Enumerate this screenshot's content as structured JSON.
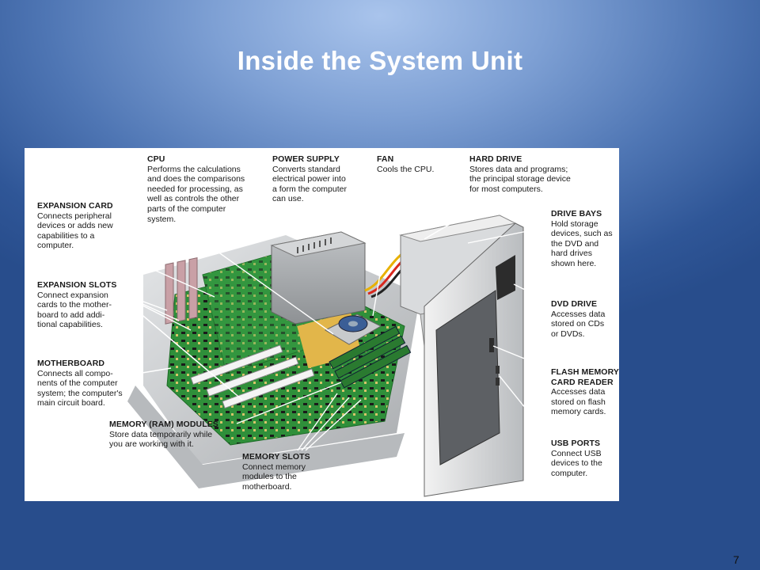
{
  "slide": {
    "title": "Inside the System Unit",
    "number": "7"
  },
  "callouts": {
    "cpu": {
      "title": "CPU",
      "text": "Performs the calculations\nand does the comparisons\nneeded for processing, as\nwell as controls the other\nparts of the computer\nsystem."
    },
    "power_supply": {
      "title": "POWER SUPPLY",
      "text": "Converts standard\nelectrical power into\na form the computer\ncan use."
    },
    "fan": {
      "title": "FAN",
      "text": "Cools the CPU."
    },
    "hard_drive": {
      "title": "HARD DRIVE",
      "text": "Stores data and programs;\nthe principal storage device\nfor most computers."
    },
    "expansion_card": {
      "title": "EXPANSION CARD",
      "text": "Connects peripheral\ndevices or adds new\ncapabilities to a\ncomputer."
    },
    "drive_bays": {
      "title": "DRIVE BAYS",
      "text": "Hold storage\ndevices, such as\nthe DVD and\nhard drives\nshown here."
    },
    "expansion_slots": {
      "title": "EXPANSION SLOTS",
      "text": "Connect expansion\ncards to the mother-\nboard to add addi-\ntional capabilities."
    },
    "dvd_drive": {
      "title": "DVD DRIVE",
      "text": "Accesses data\nstored on CDs\nor DVDs."
    },
    "motherboard": {
      "title": "MOTHERBOARD",
      "text": "Connects all compo-\nnents of the computer\nsystem; the computer's\nmain circuit board."
    },
    "flash_reader": {
      "title": "FLASH MEMORY\nCARD READER",
      "text": "Accesses data\nstored on flash\nmemory cards."
    },
    "memory_modules": {
      "title": "MEMORY (RAM) MODULES",
      "text": "Store data temporarily while\nyou are working with it."
    },
    "usb_ports": {
      "title": "USB PORTS",
      "text": "Connect USB\ndevices to the\ncomputer."
    },
    "memory_slots": {
      "title": "MEMORY SLOTS",
      "text": "Connect memory\nmodules to the\nmotherboard."
    }
  },
  "colors": {
    "board_green": "#2f8f3a",
    "case_gray": "#c9cbcd",
    "leader_white": "#ffffff"
  }
}
